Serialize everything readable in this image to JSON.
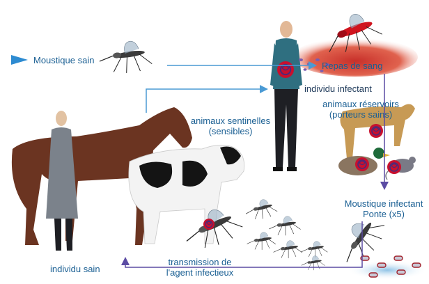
{
  "labels": {
    "healthy_mosquito": "Moustique sain",
    "blood_meal": "Repas de sang",
    "infected_individual": "individu infectant",
    "reservoir_animals_line1": "animaux réservoirs",
    "reservoir_animals_line2": "(porteurs sains)",
    "sentinel_animals_line1": "animaux sentinelles",
    "sentinel_animals_line2": "(sensibles)",
    "infected_mosquito_line1": "Moustique infectant",
    "infected_mosquito_line2": "Ponte (x5)",
    "transmission_line1": "transmission de",
    "transmission_line2": "l'agent infectieux",
    "healthy_individual": "individu sain"
  },
  "colors": {
    "label_text": "#1a5f93",
    "flow_arrow_blue": "#4a9ad4",
    "flow_arrow_purple": "#5b4ba3",
    "pathogen_red": "#c8102e",
    "skin_glow": "#d84a3a"
  },
  "icons": {
    "start_arrow": "triangle-right-icon",
    "pathogen": "virus-particle-icon"
  }
}
